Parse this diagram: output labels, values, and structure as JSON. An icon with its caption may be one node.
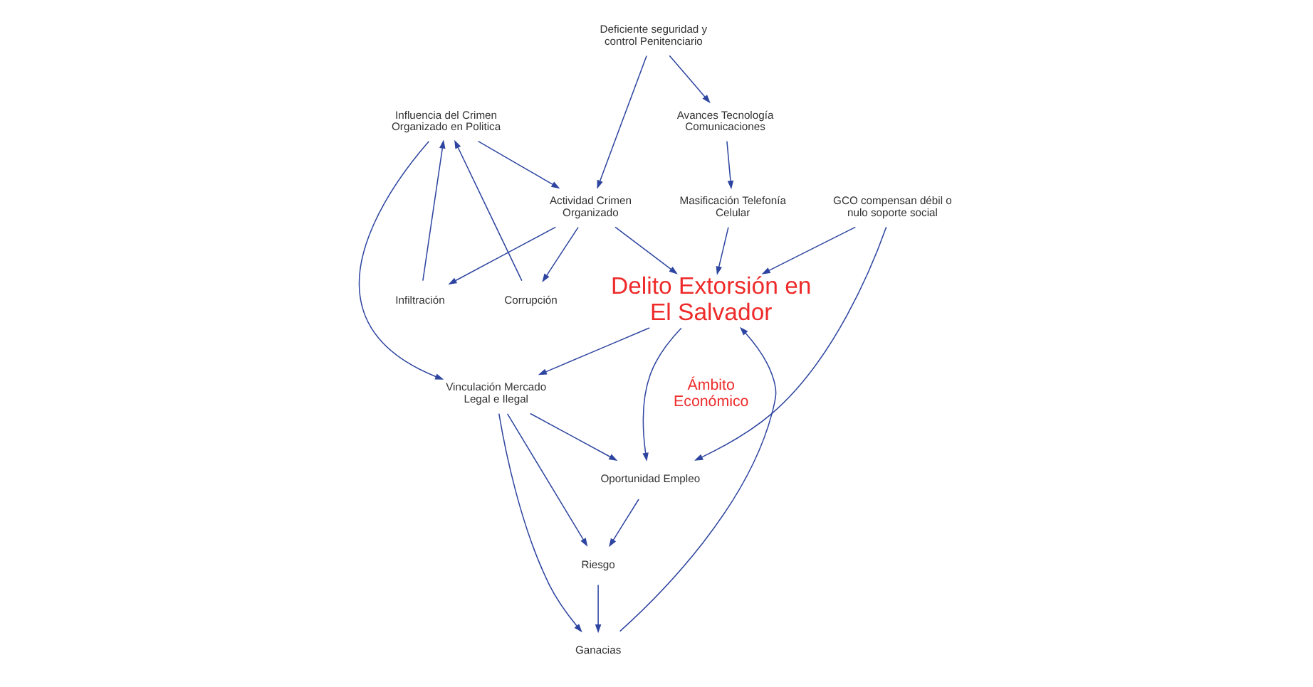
{
  "diagram": {
    "nodes": [
      {
        "text": [
          "Influencia del Crimen Organizado en Politica"
        ]
      },
      {
        "text": [
          "Infiltración"
        ]
      },
      {
        "text": [
          "Corrupción"
        ]
      },
      {
        "text": [
          "Actividad Crimen Organizado"
        ]
      },
      {
        "text": [
          "Deficiente seguridad y control Penitenciario"
        ]
      },
      {
        "text": [
          "Delito Extorsión en El Salvador"
        ]
      },
      {
        "text": [
          "GCO compensan débil o nulo soporte social"
        ]
      },
      {
        "text": [
          "Vinculación Mercado Legal e Ilegal"
        ]
      },
      {
        "text": [
          "Ganacias"
        ]
      },
      {
        "text": [
          "Riesgo"
        ]
      },
      {
        "text": [
          "Oportunidad Empleo"
        ]
      },
      {
        "text": [
          "Avances Tecnología Comunicaciones"
        ]
      },
      {
        "text": [
          "Masificación Telefonía Celular"
        ]
      }
    ],
    "edges": [
      {
        "from": 0,
        "to": 3,
        "arrow": "to"
      },
      {
        "from": 3,
        "to": 1,
        "arrow": "to"
      },
      {
        "from": 1,
        "to": 0,
        "arrow": "to"
      },
      {
        "from": 3,
        "to": 2,
        "arrow": "to"
      },
      {
        "from": 2,
        "to": 0,
        "arrow": "to"
      },
      {
        "from": 4,
        "to": 3,
        "arrow": "to"
      },
      {
        "from": 3,
        "to": 5,
        "arrow": "to"
      },
      {
        "from": 0,
        "to": 7,
        "arrow": "to"
      },
      {
        "from": 4,
        "to": 11,
        "arrow": "to"
      },
      {
        "from": 11,
        "to": 12,
        "arrow": "to"
      },
      {
        "from": 12,
        "to": 5,
        "arrow": "to"
      },
      {
        "from": 6,
        "to": 5,
        "arrow": "to"
      },
      {
        "from": 6,
        "to": 10,
        "arrow": "to"
      },
      {
        "from": 5,
        "to": 7,
        "arrow": "to"
      },
      {
        "from": 8,
        "to": 5,
        "arrow": "to"
      },
      {
        "from": 5,
        "to": 10,
        "arrow": "to"
      },
      {
        "from": 7,
        "to": 8,
        "arrow": "to"
      },
      {
        "from": 7,
        "to": 9,
        "arrow": "to"
      },
      {
        "from": 7,
        "to": 10,
        "arrow": "to"
      },
      {
        "from": 9,
        "to": 8,
        "arrow": "to"
      },
      {
        "from": 10,
        "to": 9,
        "arrow": "to"
      }
    ],
    "labels": [
      "Ámbito Económico"
    ]
  }
}
